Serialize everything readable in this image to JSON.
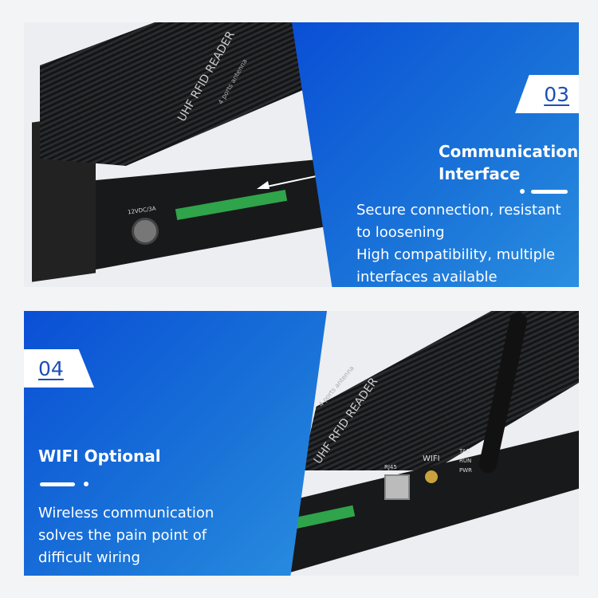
{
  "sections": [
    {
      "number": "03",
      "title_line1": "Communication",
      "title_line2": "Interface",
      "desc": [
        "Secure connection, resistant",
        "to loosening",
        "High compatibility, multiple",
        "interfaces available"
      ]
    },
    {
      "number": "04",
      "title": "WIFI Optional",
      "desc": [
        "Wireless communication",
        "solves the pain point of",
        "difficult wiring"
      ]
    }
  ],
  "device_labels": {
    "brand": "UHF RFID READER",
    "subtitle": "4 ports antenna",
    "power": "12VDC/3A",
    "rj45": "RJ45",
    "wifi": "WIFI",
    "leds": [
      "TAG",
      "RUN",
      "PWR"
    ]
  },
  "colors": {
    "accent_blue": "#0a4fd6",
    "number_text": "#1b4fb5",
    "terminal_green": "#2fa44a"
  }
}
